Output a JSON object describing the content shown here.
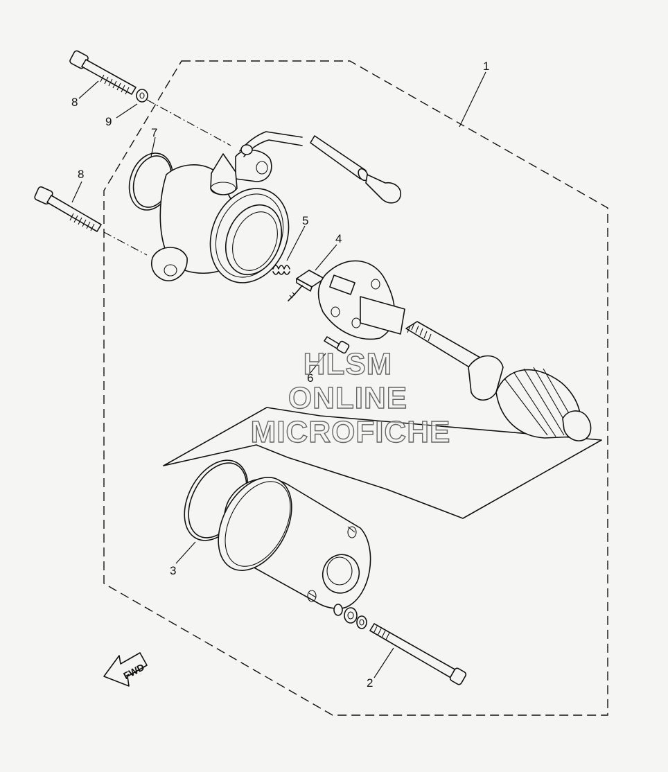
{
  "callouts": {
    "c1": "1",
    "c2": "2",
    "c3": "3",
    "c4": "4",
    "c5": "5",
    "c6": "6",
    "c7": "7",
    "c8a": "8",
    "c8b": "8",
    "c9": "9"
  },
  "watermark": {
    "line1": "HLSM",
    "line2": "ONLINE",
    "line3": "MICROFICHE"
  },
  "direction_arrow": {
    "label": "FWD"
  },
  "colors": {
    "background": "#f5f5f3",
    "line": "#111111",
    "watermark_outline": "#666666"
  }
}
